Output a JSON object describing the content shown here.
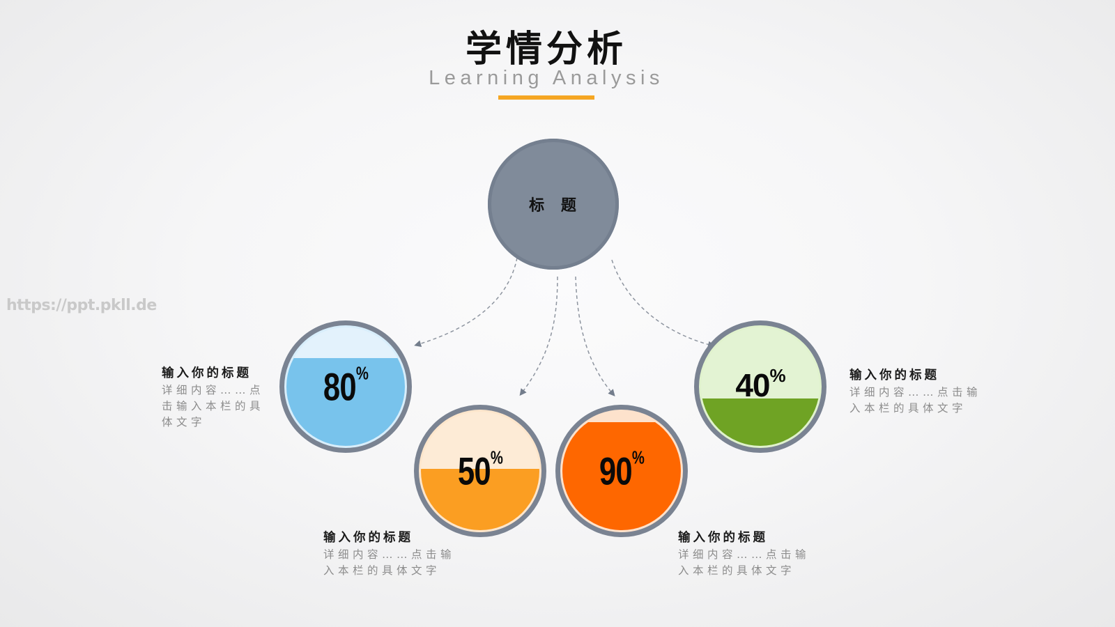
{
  "header": {
    "title": "学情分析",
    "subtitle": "Learning Analysis",
    "accent_color": "#f5a623"
  },
  "watermark": "https://ppt.pkll.de",
  "center_node": {
    "label": "标 题",
    "color": "#808b9a"
  },
  "gauges": [
    {
      "value": 80,
      "number": "80",
      "unit": "%",
      "fill_color": "#78c3ec",
      "bg_color": "#e3f2fc",
      "ring_color": "#d8eefb"
    },
    {
      "value": 50,
      "number": "50",
      "unit": "%",
      "fill_color": "#fb9e22",
      "bg_color": "#fdebd6",
      "ring_color": "#fde6cc"
    },
    {
      "value": 90,
      "number": "90",
      "unit": "%",
      "fill_color": "#fe6700",
      "bg_color": "#fde2cc",
      "ring_color": "#fde2cc"
    },
    {
      "value": 40,
      "number": "40",
      "unit": "%",
      "fill_color": "#6fa324",
      "bg_color": "#e3f3d3",
      "ring_color": "#e0f2cd"
    }
  ],
  "text_blocks": [
    {
      "heading": "输入你的标题",
      "lines": [
        "详细内容……点",
        "击输入本栏的具",
        "体文字"
      ]
    },
    {
      "heading": "输入你的标题",
      "lines": [
        "详细内容……点击输",
        "入本栏的具体文字"
      ]
    },
    {
      "heading": "输入你的标题",
      "lines": [
        "详细内容……点击输",
        "入本栏的具体文字"
      ]
    },
    {
      "heading": "输入你的标题",
      "lines": [
        "详细内容……点击输",
        "入本栏的具体文字"
      ]
    }
  ],
  "chart_data": {
    "type": "gauge",
    "title": "学情分析",
    "subtitle": "Learning Analysis",
    "root": "标 题",
    "categories": [
      "输入你的标题",
      "输入你的标题",
      "输入你的标题",
      "输入你的标题"
    ],
    "values": [
      80,
      50,
      90,
      40
    ],
    "unit": "%",
    "colors": [
      "#78c3ec",
      "#fb9e22",
      "#fe6700",
      "#6fa324"
    ]
  }
}
